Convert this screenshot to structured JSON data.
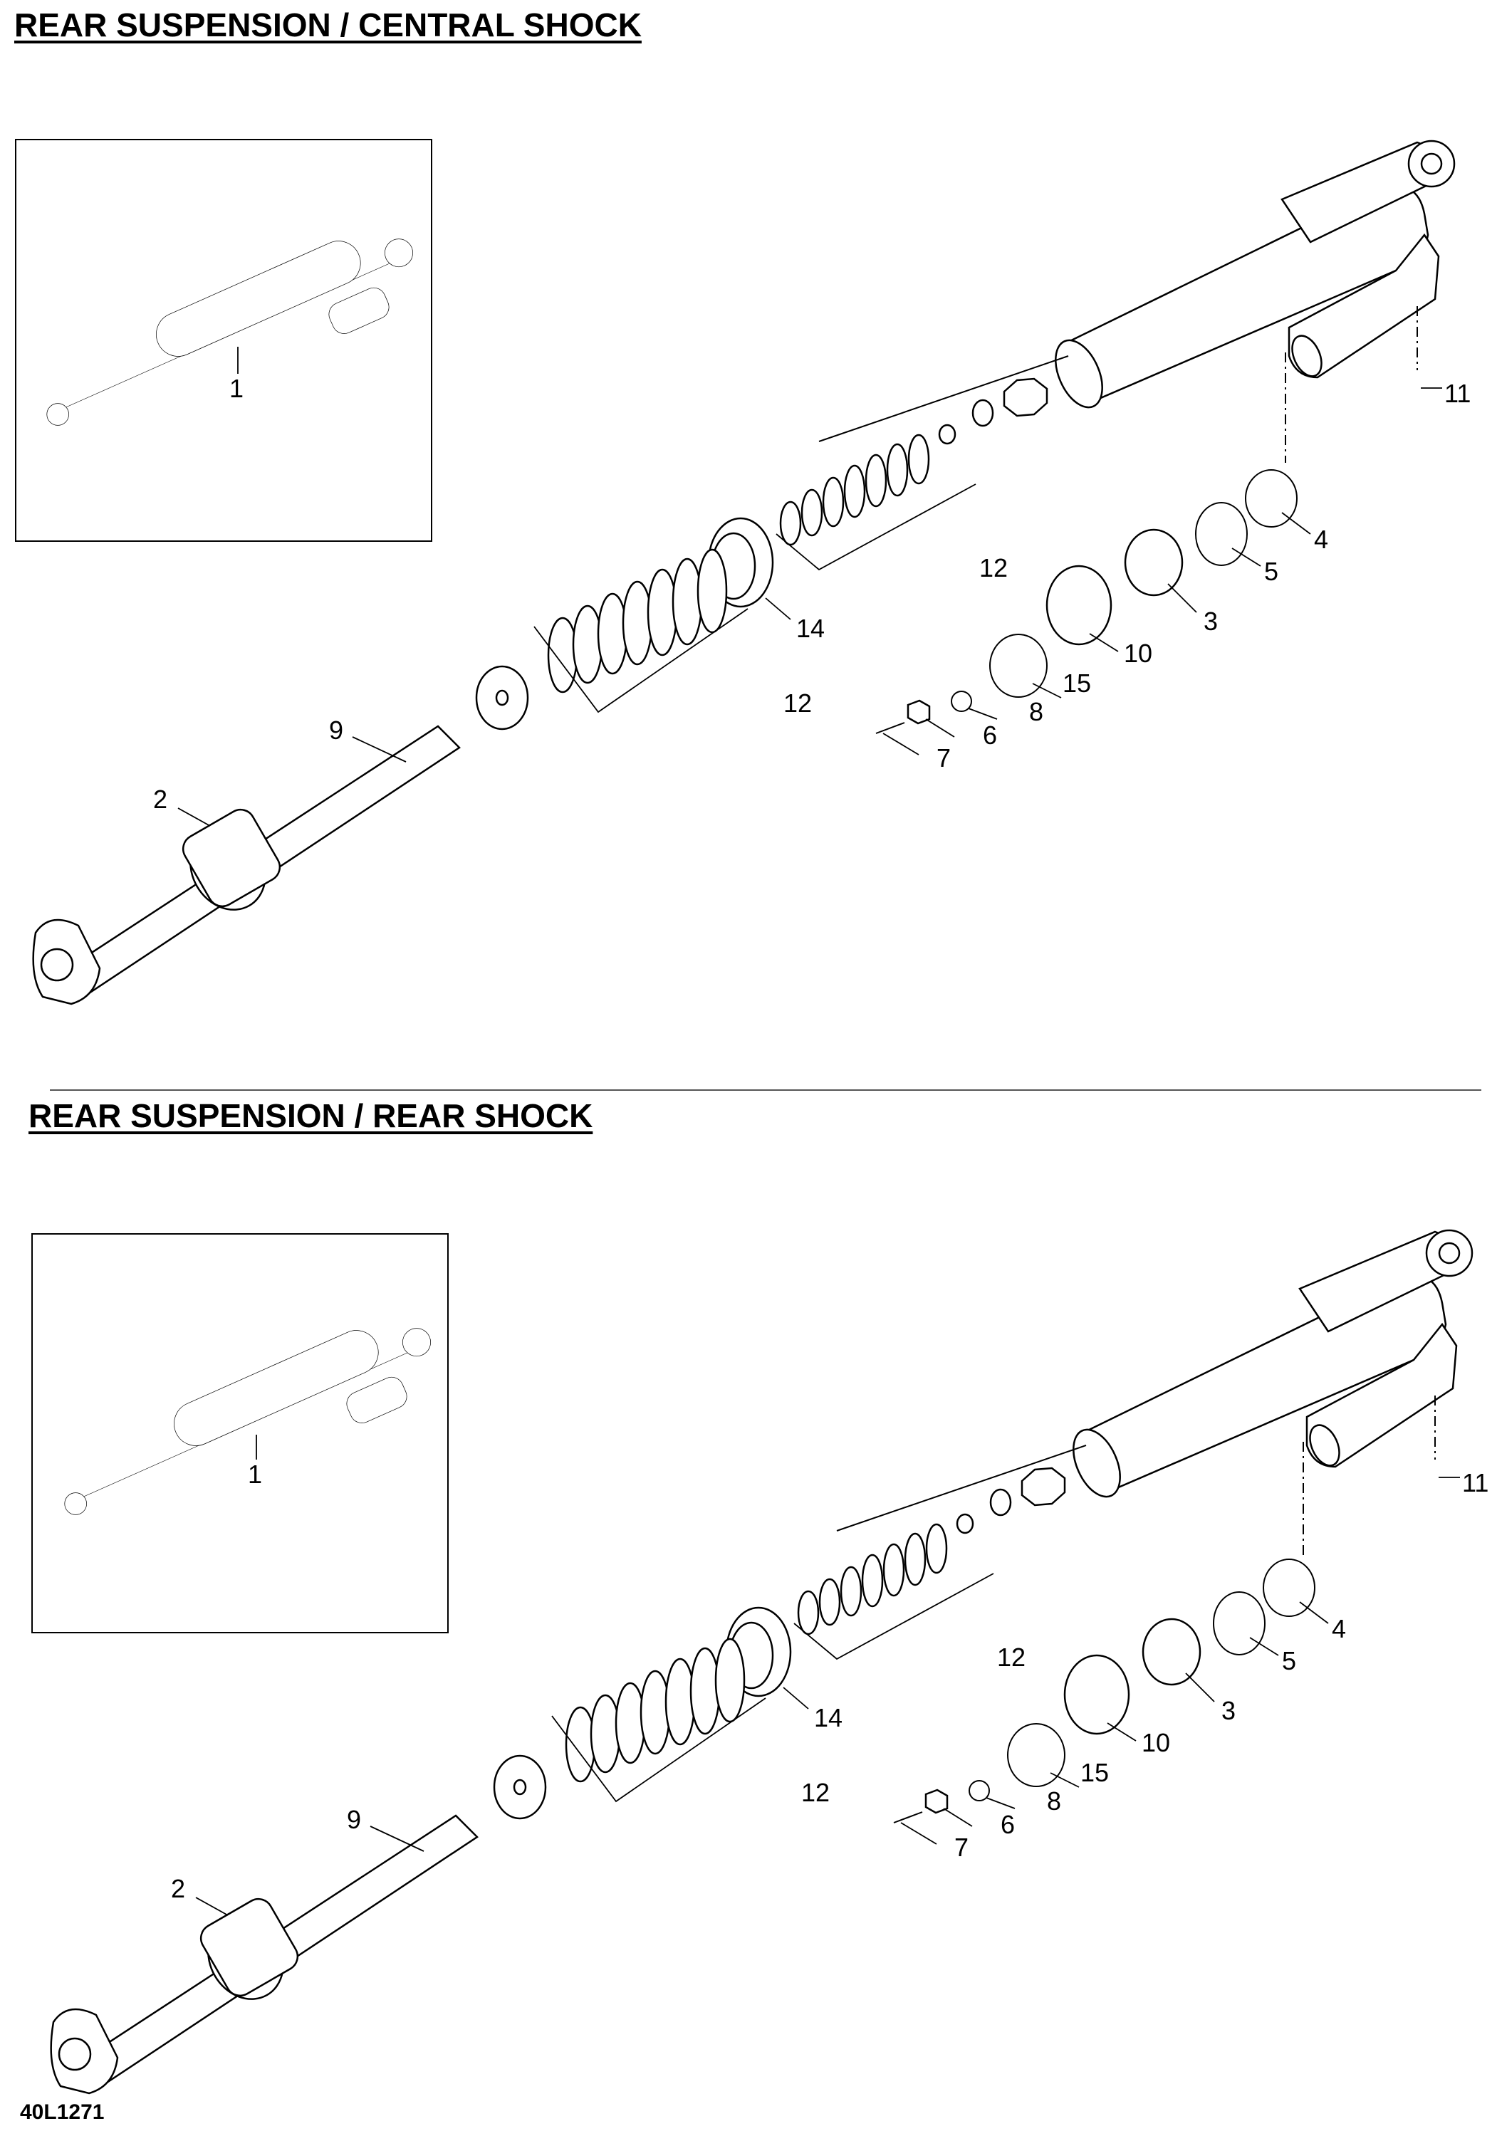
{
  "sections": [
    {
      "title": "REAR SUSPENSION / CENTRAL SHOCK",
      "callouts": [
        "1",
        "11",
        "4",
        "5",
        "3",
        "12",
        "10",
        "14",
        "15",
        "8",
        "12",
        "6",
        "7",
        "9",
        "2"
      ]
    },
    {
      "title": "REAR SUSPENSION / REAR SHOCK",
      "callouts": [
        "1",
        "11",
        "4",
        "5",
        "3",
        "12",
        "10",
        "14",
        "15",
        "8",
        "12",
        "6",
        "7",
        "9",
        "2"
      ]
    }
  ],
  "footer": {
    "code": "40L1271"
  }
}
